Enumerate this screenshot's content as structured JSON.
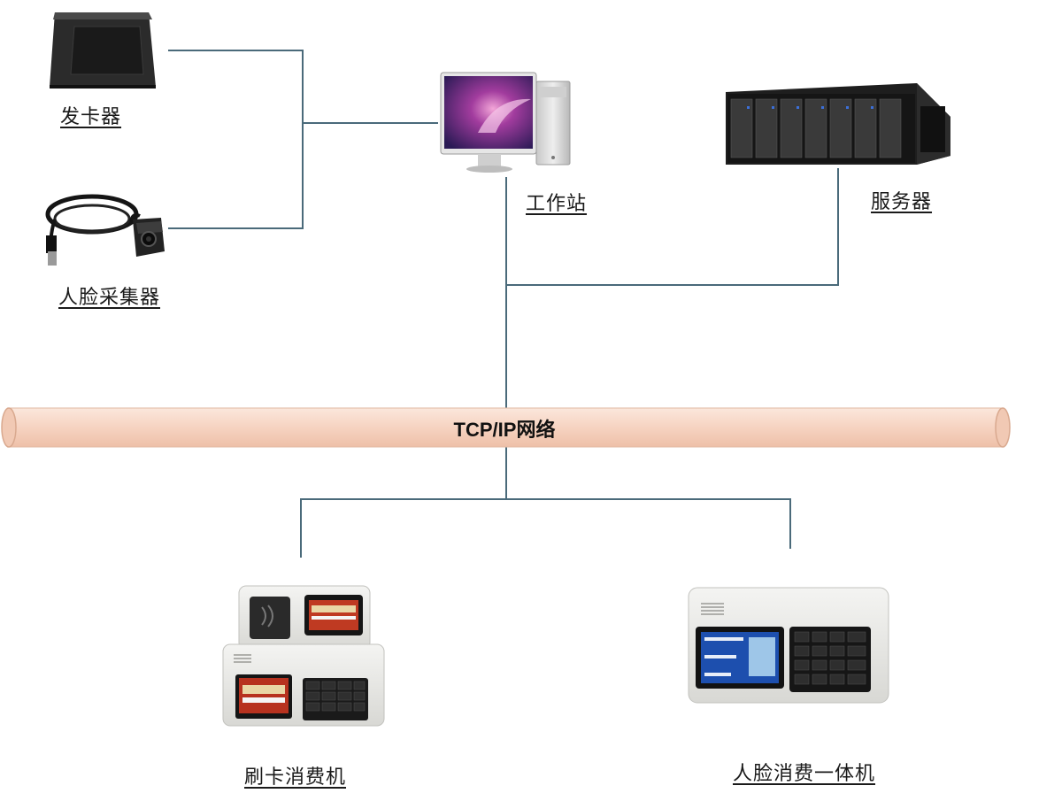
{
  "network": {
    "label": "TCP/IP网络"
  },
  "devices": {
    "card_issuer": "发卡器",
    "face_collector": "人脸采集器",
    "workstation": "工作站",
    "server": "服务器",
    "card_terminal": "刷卡消费机",
    "face_terminal": "人脸消费一体机"
  },
  "colors": {
    "line": "#4a6a7a",
    "bus_fill": "#f6d6c6",
    "bus_edge": "#e0b49c"
  },
  "icons": [
    "card-reader-icon",
    "usb-camera-icon",
    "workstation-icon",
    "server-icon",
    "card-terminal-icon",
    "face-terminal-icon"
  ]
}
